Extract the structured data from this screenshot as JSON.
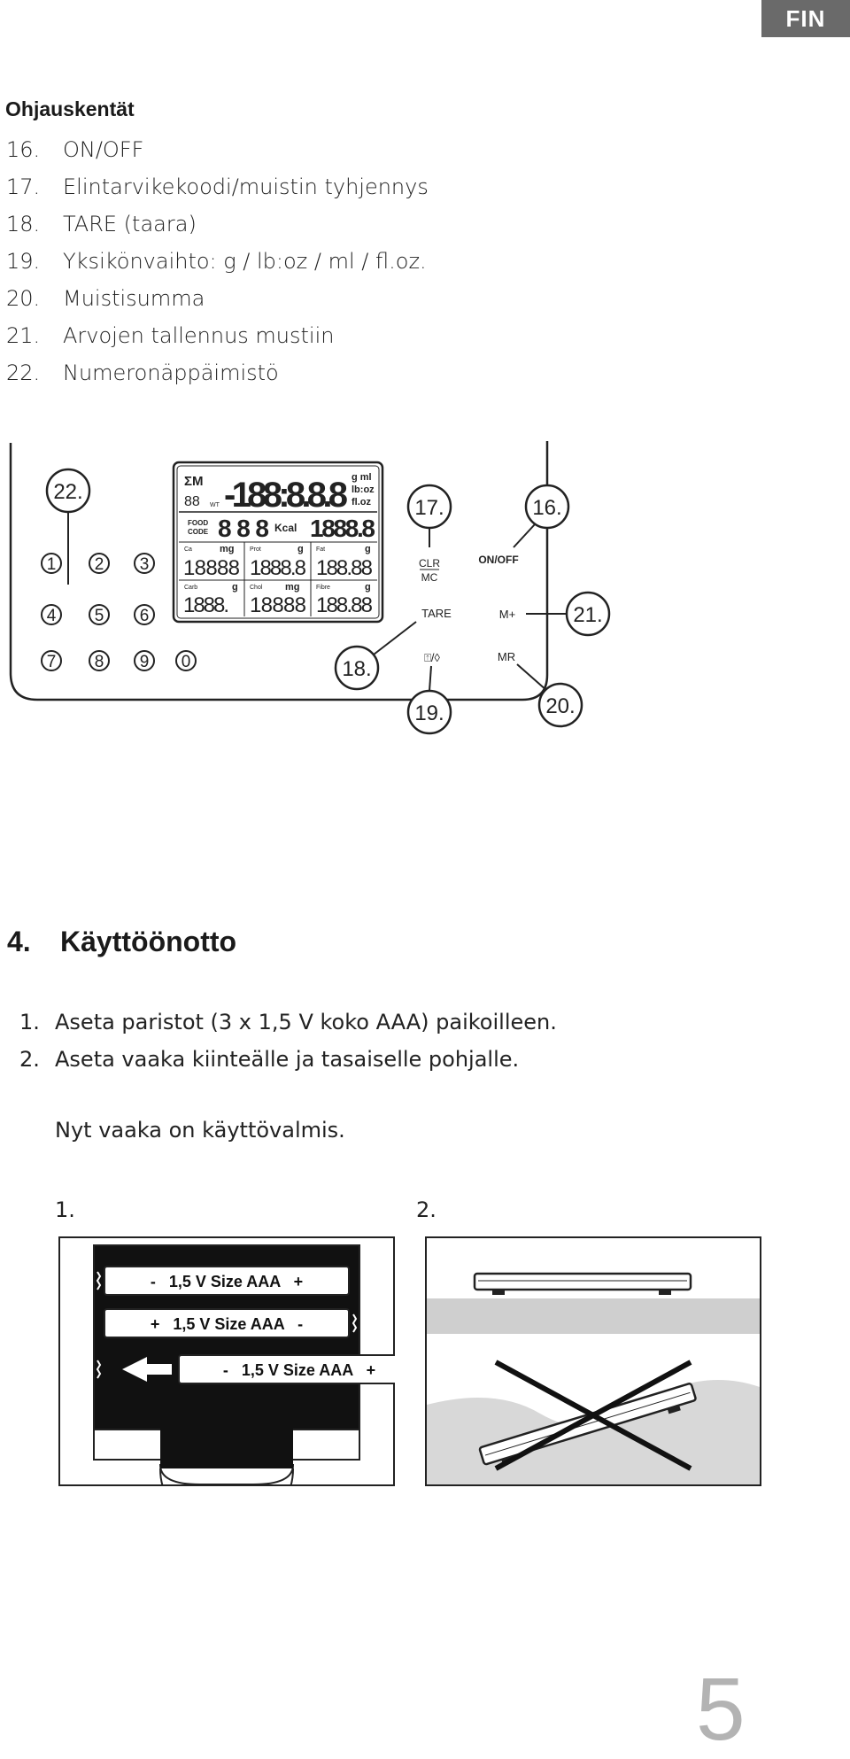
{
  "language_tab": "FIN",
  "controls": {
    "heading": "Ohjauskentät",
    "items": [
      {
        "num": "16.",
        "label": "ON/OFF"
      },
      {
        "num": "17.",
        "label": "Elintarvikekoodi/muistin tyhjennys"
      },
      {
        "num": "18.",
        "label": "TARE (taara)"
      },
      {
        "num": "19.",
        "label": "Yksikönvaihto: g / lb:oz / ml / fl.oz."
      },
      {
        "num": "20.",
        "label": "Muistisumma"
      },
      {
        "num": "21.",
        "label": "Arvojen tallennus mustiin"
      },
      {
        "num": "22.",
        "label": "Numeronäppäimistö"
      }
    ]
  },
  "diagram": {
    "callouts": {
      "c22": "22.",
      "c17": "17.",
      "c16": "16.",
      "c21": "21.",
      "c18": "18.",
      "c19": "19.",
      "c20": "20."
    },
    "keypad": [
      "1",
      "2",
      "3",
      "4",
      "5",
      "6",
      "7",
      "8",
      "9",
      "0"
    ],
    "buttons": {
      "clr": "CLR",
      "mc": "MC",
      "onoff": "ON/OFF",
      "tare": "TARE",
      "mplus": "M+",
      "unit": "⍐/◊",
      "mr": "MR"
    },
    "lcd": {
      "sigma_m": "ΣM",
      "main_digits": "-188:8.8.8",
      "units": [
        "g ml",
        "lb:oz",
        "fl.oz"
      ],
      "small_digits": "88",
      "wt": "WT",
      "food_code": [
        "FOOD",
        "CODE"
      ],
      "code_digits": "888",
      "kcal": "Kcal",
      "kcal_digits": "1888.8",
      "labels": [
        {
          "name": "Ca",
          "unit": "mg",
          "value": "18888"
        },
        {
          "name": "Prot",
          "unit": "g",
          "value": "1888.8"
        },
        {
          "name": "Fat",
          "unit": "g",
          "value": "188.88"
        },
        {
          "name": "Carb",
          "unit": "g",
          "value": "1888."
        },
        {
          "name": "Chol",
          "unit": "mg",
          "value": "18888"
        },
        {
          "name": "Fibre",
          "unit": "g",
          "value": "188.88"
        }
      ]
    }
  },
  "setup": {
    "number": "4.",
    "title": "Käyttöönotto",
    "steps": [
      {
        "num": "1.",
        "text": "Aseta paristot (3 x 1,5 V koko AAA) paikoilleen."
      },
      {
        "num": "2.",
        "text": "Aseta vaaka kiinteälle ja tasaiselle pohjalle."
      }
    ],
    "ready": "Nyt vaaka on käyttövalmis."
  },
  "figures": {
    "fig1_label": "1.",
    "fig2_label": "2.",
    "batteries": [
      "-   1,5 V Size AAA   +",
      "+   1,5 V Size AAA   -",
      "-   1,5 V Size AAA   +"
    ]
  },
  "page_number": "5"
}
